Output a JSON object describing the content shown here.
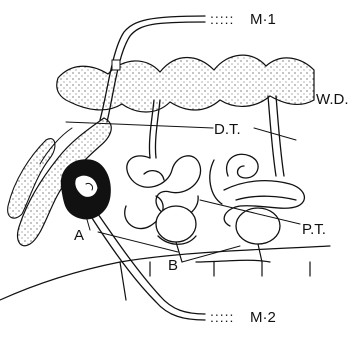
{
  "labels": {
    "m1": "M·1",
    "m2": "M·2",
    "wd": "W.D.",
    "dt": "D.T.",
    "pt": "P.T.",
    "a": "A",
    "b": "B"
  },
  "leader_dots": ":::::"
}
